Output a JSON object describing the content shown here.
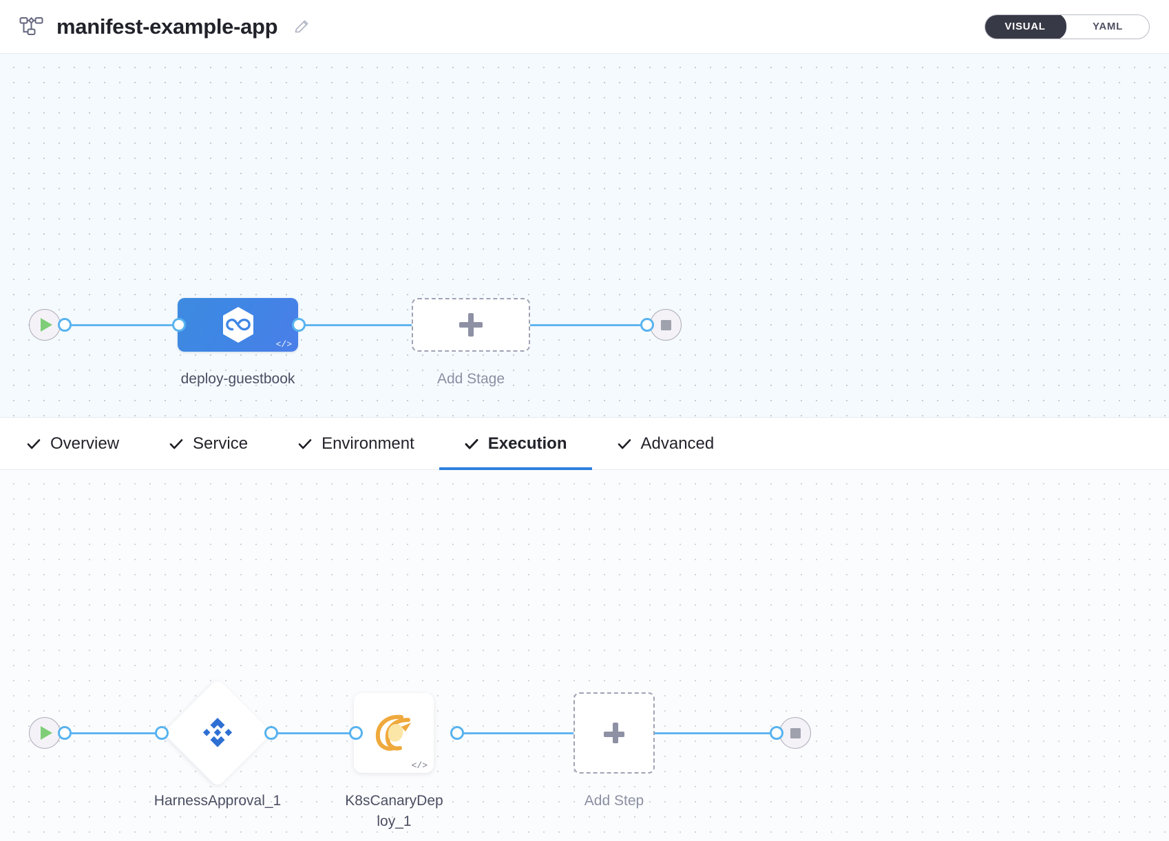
{
  "header": {
    "pipeline_icon": "pipeline-flow-icon",
    "title": "manifest-example-app",
    "edit_icon": "pencil-edit-icon",
    "mode_toggle": {
      "options": [
        {
          "label": "VISUAL",
          "active": true
        },
        {
          "label": "YAML",
          "active": false
        }
      ]
    }
  },
  "stage_graph": {
    "start_node": {
      "icon": "play-icon",
      "name": "pipeline-start"
    },
    "end_node": {
      "icon": "stop-icon",
      "name": "pipeline-end"
    },
    "stage": {
      "label": "deploy-guestbook",
      "icon": "kubernetes-hex-icon",
      "code_badge": "</>",
      "color": "#3f86e5"
    },
    "add_stage": {
      "label": "Add Stage",
      "icon": "plus-icon"
    }
  },
  "tabs": [
    {
      "label": "Overview",
      "icon": "check-icon",
      "active": false
    },
    {
      "label": "Service",
      "icon": "check-icon",
      "active": false
    },
    {
      "label": "Environment",
      "icon": "check-icon",
      "active": false
    },
    {
      "label": "Execution",
      "icon": "check-icon",
      "active": true
    },
    {
      "label": "Advanced",
      "icon": "check-icon",
      "active": false
    }
  ],
  "step_graph": {
    "start_node": {
      "icon": "play-icon",
      "name": "execution-start"
    },
    "end_node": {
      "icon": "stop-icon",
      "name": "execution-end"
    },
    "steps": [
      {
        "label": "HarnessApproval_1",
        "icon": "harness-approval-icon",
        "shape": "diamond",
        "code_badge": ""
      },
      {
        "label": "K8sCanaryDeploy_1",
        "icon": "canary-bird-icon",
        "shape": "square",
        "code_badge": "</>"
      }
    ],
    "add_step": {
      "label": "Add Step",
      "icon": "plus-icon"
    }
  },
  "colors": {
    "accent_blue": "#2e7fe0",
    "edge_blue": "#58b3ef",
    "canvas_bg": "#f4fafe",
    "dark_pill": "#383946",
    "canary_orange": "#efa93c",
    "harness_blue": "#2e6fd3"
  }
}
